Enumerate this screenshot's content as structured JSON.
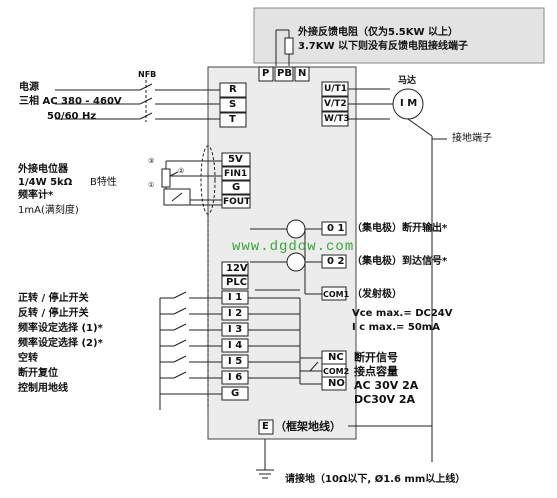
{
  "top_note": {
    "line1": "外接反馈电阻（仅为5.5KW 以上）",
    "line2": "3.7KW 以下则没有反馈电阻接线端子"
  },
  "nfb": "NFB",
  "power": {
    "label1": "电源",
    "label2": "三相  AC 380 - 460V",
    "label3": "50/60 Hz"
  },
  "motor": {
    "label": "马达",
    "symbol": "I M"
  },
  "ground_terminal": "接地端子",
  "pot": {
    "label": "外接电位器",
    "spec": "1/4W   5kΩ",
    "char": "B特性",
    "meter": "频率计*",
    "meter_range": "1mA(满刻度)",
    "node1": "③",
    "node2": "②",
    "node3": "①"
  },
  "terminals": {
    "power_in": [
      "R",
      "S",
      "T"
    ],
    "brake": [
      "P",
      "PB",
      "N"
    ],
    "motor_out": [
      "U/T1",
      "V/T2",
      "W/T3"
    ],
    "analog": [
      "5V",
      "FIN1",
      "G",
      "FOUT"
    ],
    "inputs": [
      "12V",
      "PLC",
      "I 1",
      "I 2",
      "I 3",
      "I 4",
      "I 5",
      "I 6",
      "G"
    ],
    "outputs": [
      "0 1",
      "0 2",
      "COM1"
    ],
    "relay": [
      "NC",
      "COM2",
      "NO"
    ],
    "frame": "E"
  },
  "outputs_desc": {
    "o1": "（集电极）断开输出*",
    "o2": "（集电极）到达信号*",
    "com": "（发射极）",
    "vce": "Vce max.= DC24V",
    "ic": "I c max.= 50mA"
  },
  "relay_desc": {
    "line1": "断开信号",
    "line2": "接点容量",
    "line3": "AC 30V 2A",
    "line4": "DC30V 2A"
  },
  "inputs_desc": [
    "正转 / 停止开关",
    "反转 / 停止开关",
    "频率设定选择 (1)*",
    "频率设定选择 (2)*",
    "空转",
    "断开复位",
    "控制用地线"
  ],
  "frame_label": "（框架地线）",
  "earth_note": "请接地（10Ω以下, Ø1.6 mm以上线）",
  "watermark": "www.dgdow.com"
}
